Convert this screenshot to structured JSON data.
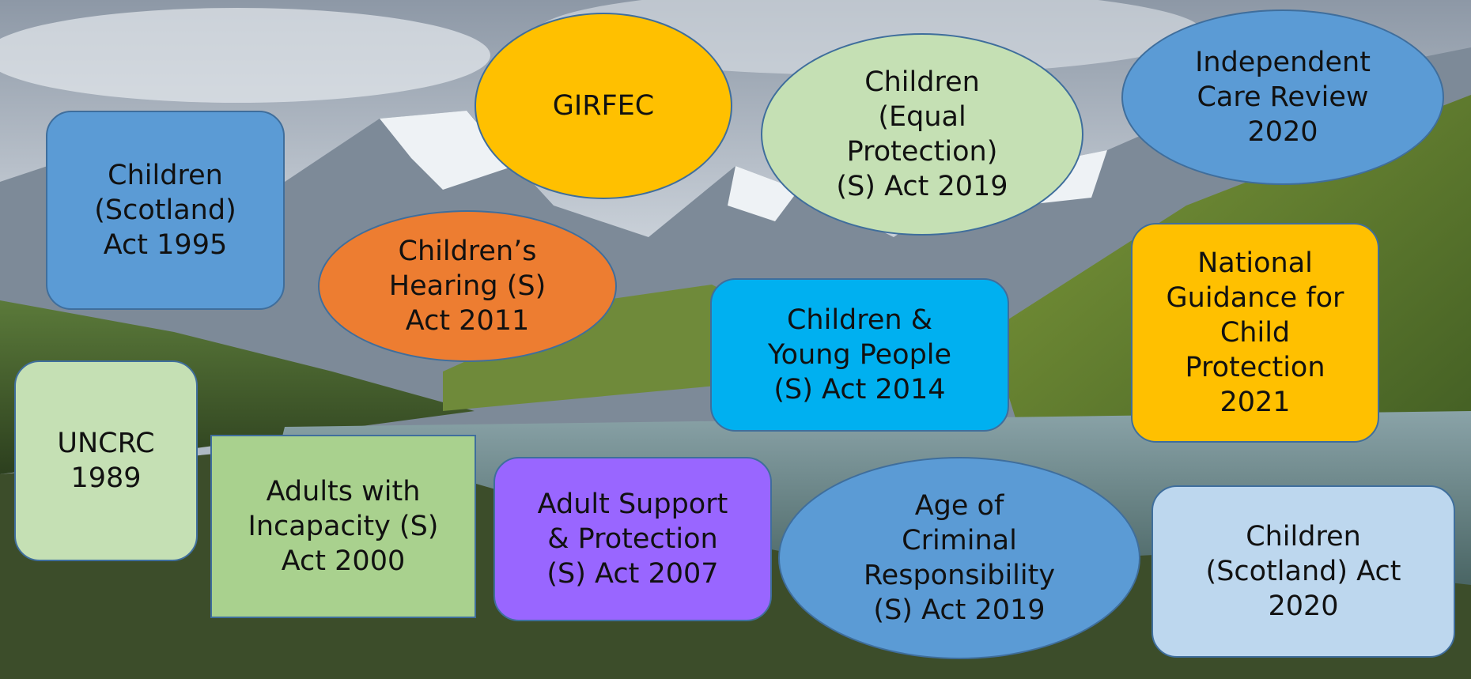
{
  "topics": {
    "girfec": {
      "label": "GIRFEC",
      "color": "#ffc000"
    },
    "children_equal_protection": {
      "label": "Children\n(Equal\nProtection)\n(S) Act 2019",
      "color": "#c5e0b4"
    },
    "independent_care_review": {
      "label": "Independent\nCare Review\n2020",
      "color": "#5b9bd5"
    },
    "children_scotland_1995": {
      "label": "Children\n(Scotland)\nAct 1995",
      "color": "#5b9bd5"
    },
    "childrens_hearing": {
      "label": "Children’s\nHearing (S)\nAct 2011",
      "color": "#ed7d31"
    },
    "children_young_people": {
      "label": "Children &\nYoung People\n(S) Act 2014",
      "color": "#00b0f0"
    },
    "national_guidance": {
      "label": "National\nGuidance for\nChild\nProtection\n2021",
      "color": "#ffc000"
    },
    "uncrc": {
      "label": "UNCRC\n1989",
      "color": "#c5e0b4"
    },
    "adults_incapacity": {
      "label": "Adults with\nIncapacity (S)\nAct 2000",
      "color": "#a9d18e"
    },
    "adult_support": {
      "label": "Adult Support\n& Protection\n(S) Act 2007",
      "color": "#9966ff"
    },
    "age_criminal": {
      "label": "Age of\nCriminal\nResponsibility\n(S) Act 2019",
      "color": "#5b9bd5"
    },
    "children_scotland_2020": {
      "label": "Children\n(Scotland) Act\n2020",
      "color": "#bdd7ee"
    }
  }
}
